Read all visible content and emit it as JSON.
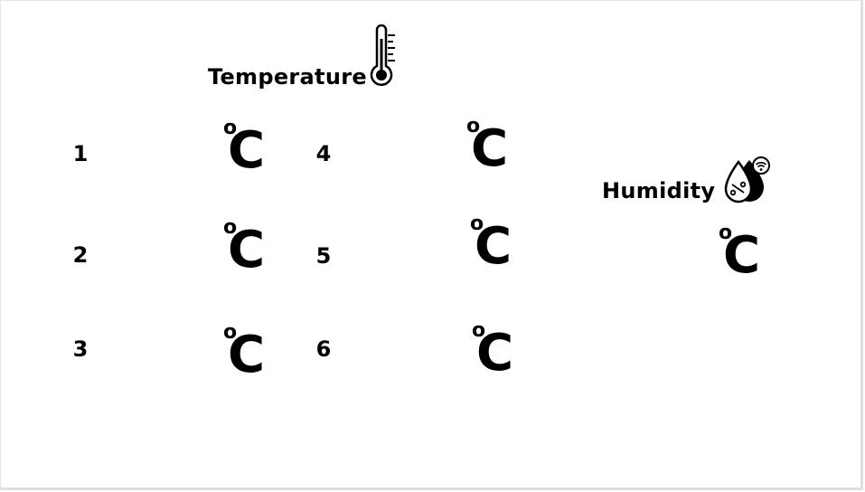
{
  "temperature": {
    "title": "Temperature",
    "icon": "thermometer-icon",
    "sensors": [
      {
        "label": "1",
        "degree": "o",
        "unit": "C"
      },
      {
        "label": "2",
        "degree": "o",
        "unit": "C"
      },
      {
        "label": "3",
        "degree": "o",
        "unit": "C"
      },
      {
        "label": "4",
        "degree": "o",
        "unit": "C"
      },
      {
        "label": "5",
        "degree": "o",
        "unit": "C"
      },
      {
        "label": "6",
        "degree": "o",
        "unit": "C"
      }
    ]
  },
  "humidity": {
    "title": "Humidity",
    "icon": "humidity-drops-icon",
    "degree": "o",
    "unit": "C"
  },
  "colors": {
    "text": "#000000",
    "background": "#ffffff"
  }
}
